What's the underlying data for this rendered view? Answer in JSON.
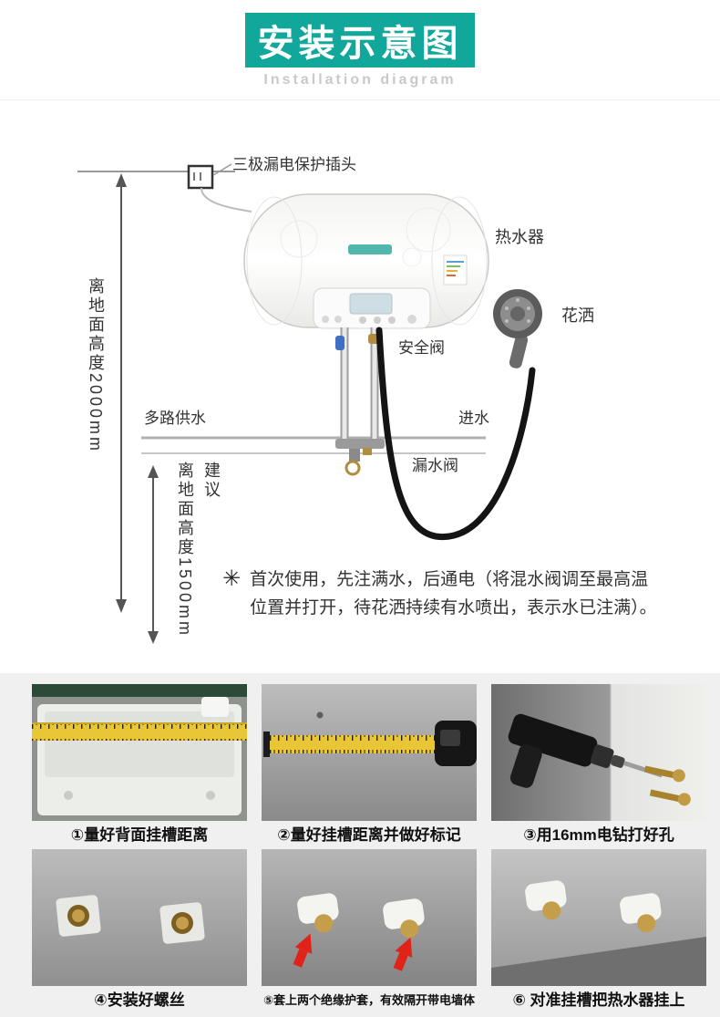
{
  "header": {
    "title": "安装示意图",
    "subtitle": "Installation diagram"
  },
  "colors": {
    "banner_teal": "#12a79b",
    "subtitle_gray": "#c9c9c9",
    "tape_yellow": "#e9c636",
    "arrow_red": "#df2318",
    "hose_black": "#141414",
    "brand_teal": "#33a99d"
  },
  "diagram": {
    "plug_label": "三极漏电保护插头",
    "heater_label": "热水器",
    "shower_label": "花洒",
    "safety_valve_label": "安全阀",
    "multi_supply_label": "多路供水",
    "inlet_label": "进水",
    "leak_valve_label": "漏水阀",
    "height_2000_label": "离地面高度2000mm",
    "advice_label": "建议",
    "height_1500_label": "离地面高度1500mm",
    "note_marker": "✳",
    "note_text": "首次使用，先注满水，后通电（将混水阀调至最高温位置并打开，待花洒持续有水喷出，表示水已注满）。"
  },
  "steps": {
    "items": [
      {
        "label": "①量好背面挂槽距离"
      },
      {
        "label": "②量好挂槽距离并做好标记"
      },
      {
        "label": "③用16mm电钻打好孔"
      },
      {
        "label": "④安装好螺丝"
      },
      {
        "label": "⑤套上两个绝缘护套，有效隔开带电墙体"
      },
      {
        "label": "⑥ 对准挂槽把热水器挂上"
      }
    ]
  }
}
